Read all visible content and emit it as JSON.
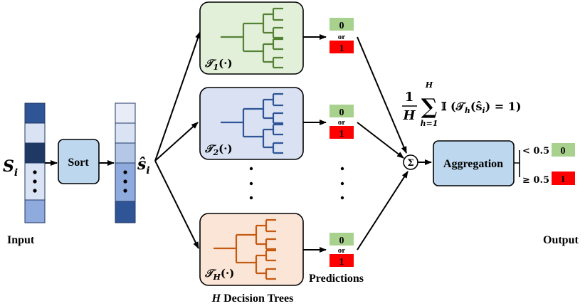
{
  "labels": {
    "s_i": "S",
    "s_i_sub": "i",
    "input": "Input",
    "sort": "Sort",
    "s_hat": "ŝ",
    "s_hat_sub": "i",
    "output": "Output",
    "predictions": "Predictions",
    "decision_trees": "Decision Trees",
    "decision_trees_H": "H",
    "aggregation": "Aggregation",
    "sigma": "Σ",
    "formula_num": "1",
    "formula_den": "H",
    "formula_sum": "∑",
    "formula_sum_top": "H",
    "formula_sum_bottom": "h=1",
    "formula_body": "𝕀 (𝒯",
    "formula_body_sub": "h",
    "formula_body_rest": "(ŝ",
    "formula_body_rest_sub": "i",
    "formula_body_end": ") = 1)",
    "threshold_low": "< 0.5",
    "threshold_high": "≥ 0.5",
    "out_zero": "0",
    "out_one": "1",
    "or": "or",
    "zero": "0",
    "one": "1",
    "dots": "⋮"
  },
  "trees": [
    {
      "name": "𝒯",
      "sub": "1",
      "arg": "(·)",
      "fill": "#e2efd9",
      "stroke": "#548235"
    },
    {
      "name": "𝒯",
      "sub": "2",
      "arg": "(·)",
      "fill": "#d9e1f2",
      "stroke": "#2f5597"
    },
    {
      "name": "𝒯",
      "sub": "H",
      "arg": "(·)",
      "fill": "#fbe5d6",
      "stroke": "#c55a11"
    }
  ],
  "colors": {
    "green_box": "#a9d18e",
    "red_box": "#ff0000",
    "sort_box": "#bdd7ee",
    "agg_box": "#bdd7ee",
    "vec_dark": "#2f5597",
    "vec_mid": "#8faadc",
    "vec_light": "#dae3f3"
  }
}
